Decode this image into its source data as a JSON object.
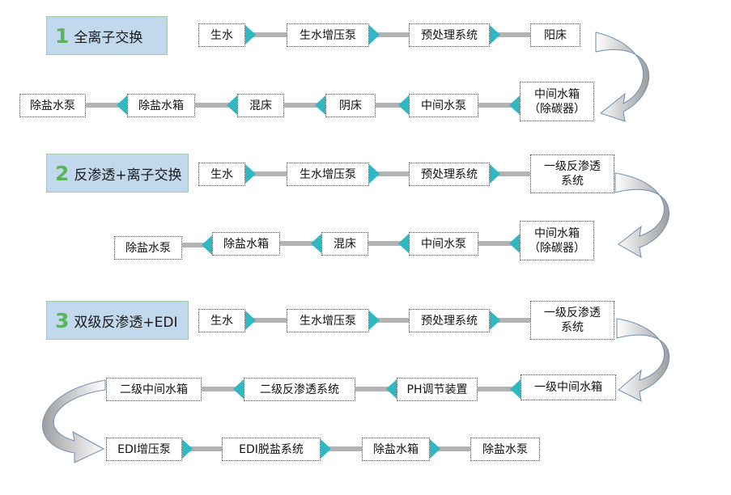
{
  "colors": {
    "connector": "#b3b3b3",
    "arrow_tri": "#2fb7c4",
    "title_bg": "#c2d8ec",
    "title_num": "#5ab55a",
    "curved_arrow": "#a6a6a6"
  },
  "sections": [
    {
      "num": "1",
      "title": "全离子交换"
    },
    {
      "num": "2",
      "title": "反渗透+离子交换"
    },
    {
      "num": "3",
      "title": "双级反渗透+EDI"
    }
  ],
  "s1": {
    "row1": [
      "生水",
      "生水增压泵",
      "预处理系统",
      "阳床"
    ],
    "row2": [
      "除盐水泵",
      "除盐水箱",
      "混床",
      "阴床",
      "中间水泵",
      "中间水箱\n（除碳器）"
    ]
  },
  "s2": {
    "row1": [
      "生水",
      "生水增压泵",
      "预处理系统",
      "一级反渗透\n系统"
    ],
    "row2": [
      "除盐水泵",
      "除盐水箱",
      "混床",
      "中间水泵",
      "中间水箱\n（除碳器）"
    ]
  },
  "s3": {
    "row1": [
      "生水",
      "生水增压泵",
      "预处理系统",
      "一级反渗透\n系统"
    ],
    "row2": [
      "二级中间水箱",
      "二级反渗透系统",
      "PH调节装置",
      "一级中间水箱"
    ],
    "row3": [
      "EDI增压泵",
      "EDI脱盐系统",
      "除盐水箱",
      "除盐水泵"
    ]
  }
}
